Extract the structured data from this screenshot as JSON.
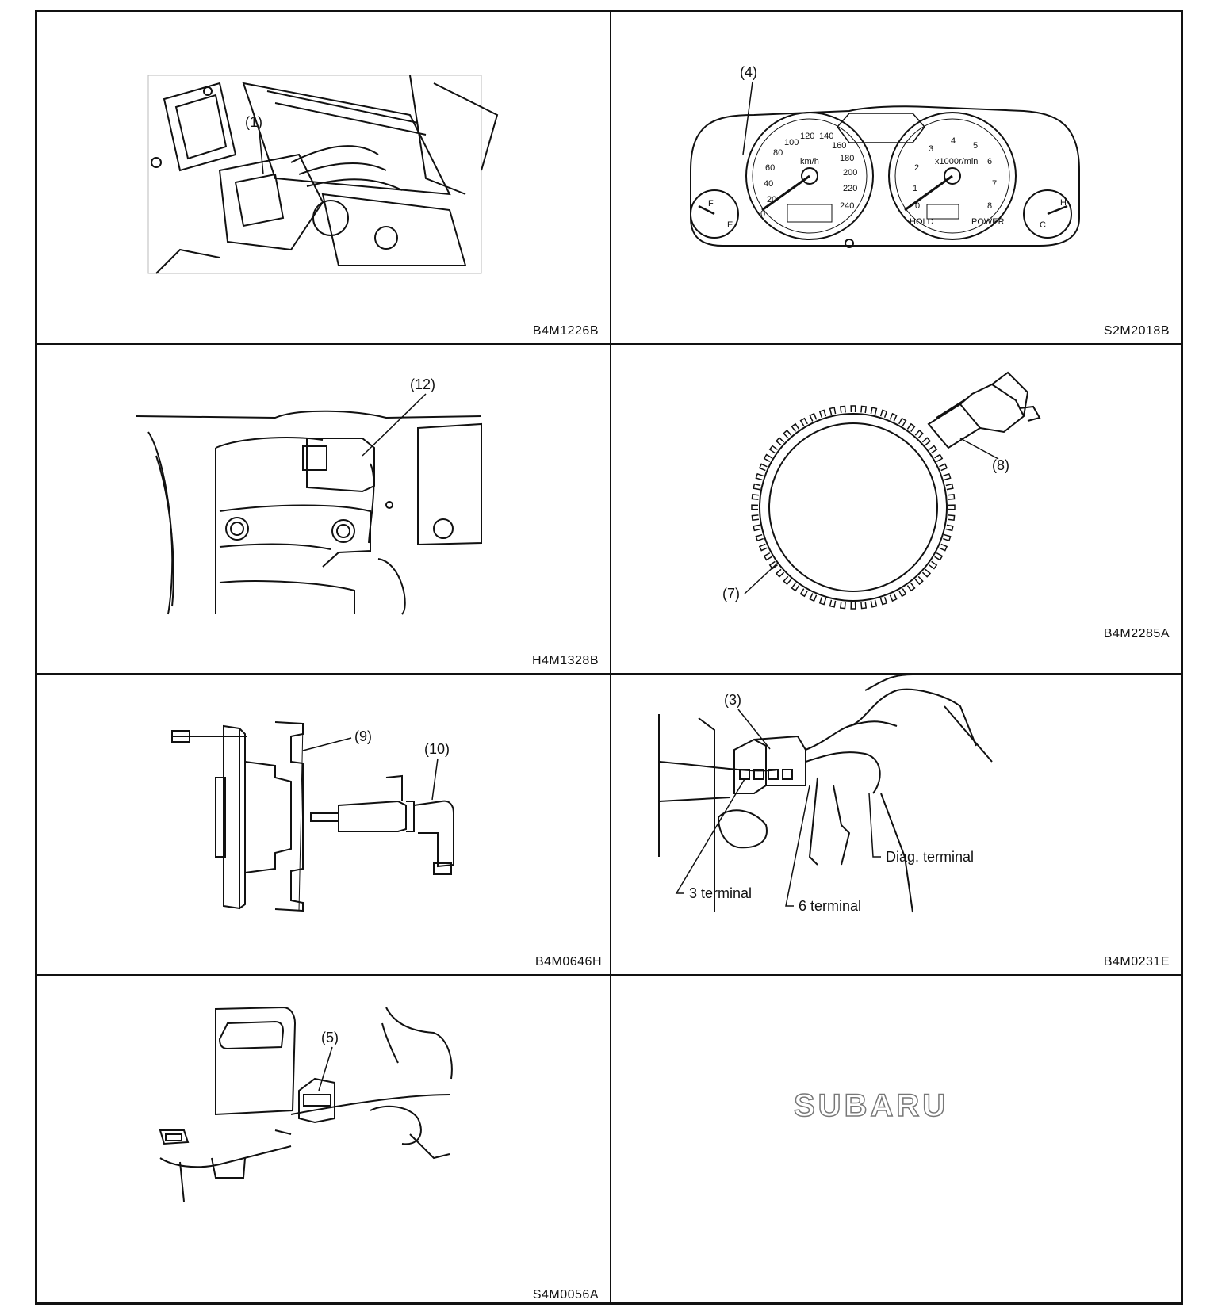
{
  "figures": [
    {
      "code": "B4M1226B",
      "callouts": [
        "(1)"
      ]
    },
    {
      "code": "S2M2018B",
      "callouts": [
        "(4)"
      ],
      "gauges": {
        "speedo_ticks": [
          "20",
          "40",
          "60",
          "80",
          "100",
          "120",
          "140",
          "160",
          "180",
          "200",
          "220",
          "240"
        ],
        "speedo_zero": "0",
        "speedo_unit": "km/h",
        "tacho_ticks": [
          "0",
          "1",
          "2",
          "3",
          "4",
          "5",
          "6",
          "7",
          "8"
        ],
        "tacho_unit": "x1000r/min",
        "fuel_full": "F",
        "fuel_empty": "E",
        "temp_hot": "H",
        "temp_cold": "C",
        "hold_label": "HOLD",
        "power_label": "POWER"
      }
    },
    {
      "code": "H4M1328B",
      "callouts": [
        "(12)"
      ]
    },
    {
      "code": "B4M2285A",
      "callouts": [
        "(8)",
        "(7)"
      ]
    },
    {
      "code": "B4M0646H",
      "callouts": [
        "(9)",
        "(10)"
      ]
    },
    {
      "code": "B4M0231E",
      "callouts": [
        "(3)"
      ],
      "labels": [
        "3 terminal",
        "6 terminal",
        "Diag. terminal"
      ]
    },
    {
      "code": "S4M0056A",
      "callouts": [
        "(5)"
      ]
    }
  ],
  "logo": "SUBARU"
}
